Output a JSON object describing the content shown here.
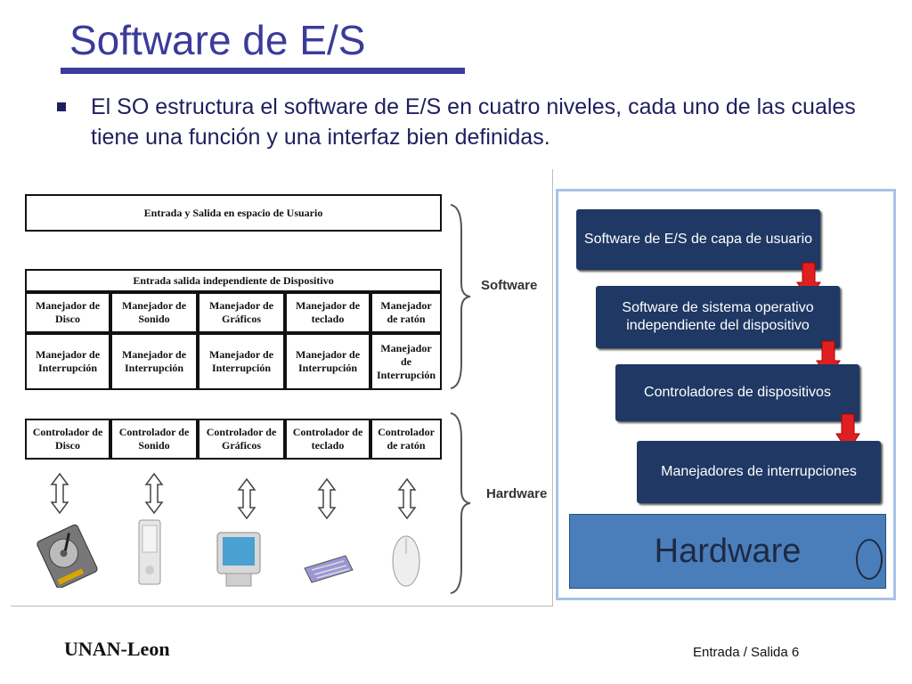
{
  "slide": {
    "title": "Software de E/S",
    "bullet": "El SO estructura el software de E/S en cuatro niveles, cada uno de las cuales tiene una  función y una interfaz bien definidas.",
    "footer_left": "UNAN-Leon",
    "footer_right": "Entrada / Salida 6",
    "accent_color": "#3b3b9b"
  },
  "left_diagram": {
    "user_layer": "Entrada y Salida en espacio de Usuario",
    "independent_layer": "Entrada salida independiente de Dispositivo",
    "handlers": [
      "Manejador de Disco",
      "Manejador de Sonido",
      "Manejador de Gráficos",
      "Manejador de teclado",
      "Manejador de ratón"
    ],
    "interrupts": [
      "Manejador de Interrupción",
      "Manejador de Interrupción",
      "Manejador de Interrupción",
      "Manejador de Interrupción",
      "Manejador de Interrupción"
    ],
    "controllers": [
      "Controlador de Disco",
      "Controlador de Sonido",
      "Controlador de Gráficos",
      "Controlador de teclado",
      "Controlador de ratón"
    ],
    "software_label": "Software",
    "hardware_label": "Hardware",
    "devices": [
      "hard-disk-icon",
      "speaker-icon",
      "monitor-icon",
      "keyboard-icon",
      "mouse-icon"
    ]
  },
  "right_diagram": {
    "steps": [
      "Software de E/S de capa de usuario",
      "Software de sistema operativo independiente del dispositivo",
      "Controladores de dispositivos",
      "Manejadores de interrupciones"
    ],
    "hardware": "Hardware",
    "step_color": "#1f3864",
    "arrow_color": "#e02020",
    "hardware_color": "#4a7ebb"
  }
}
